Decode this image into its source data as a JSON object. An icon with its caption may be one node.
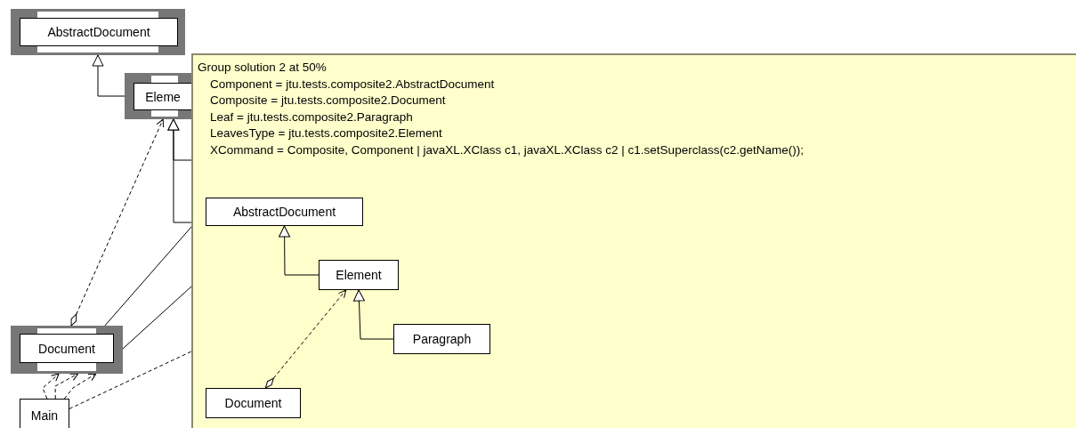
{
  "diagram": {
    "nodes": [
      {
        "text": [
          "AbstractDocument"
        ]
      },
      {
        "text": [
          "Eleme"
        ]
      },
      {
        "text": [
          "Document"
        ]
      },
      {
        "text": [
          "Main"
        ]
      },
      {
        "text": [
          "Group solution 2 at 50%",
          "Component = jtu.tests.composite2.AbstractDocument",
          "Composite = jtu.tests.composite2.Document",
          "Leaf = jtu.tests.composite2.Paragraph",
          "LeavesType = jtu.tests.composite2.Element",
          "XCommand = Composite, Component | javaXL.XClass c1, javaXL.XClass c2 | c1.setSuperclass(c2.getName());"
        ]
      },
      {
        "text": [
          "AbstractDocument"
        ],
        "in": 4
      },
      {
        "text": [
          "Element"
        ],
        "in": 4
      },
      {
        "text": [
          "Paragraph"
        ],
        "in": 4
      },
      {
        "text": [
          "Document"
        ],
        "in": 4
      }
    ],
    "edges": [
      {
        "from": 1,
        "to": 0,
        "arrow": "to"
      },
      {
        "from": 4,
        "to": 1,
        "arrow": "to"
      },
      {
        "from": 4,
        "to": 1,
        "arrow": "to"
      },
      {
        "from": 2,
        "to": 1,
        "arrow": "to",
        "style": "dashed"
      },
      {
        "from": 2,
        "to": 4,
        "arrow": "none"
      },
      {
        "from": 2,
        "to": 4,
        "arrow": "none"
      },
      {
        "from": 3,
        "to": 2,
        "arrow": "to",
        "style": "dashed"
      },
      {
        "from": 3,
        "to": 2,
        "arrow": "to",
        "style": "dashed"
      },
      {
        "from": 3,
        "to": 2,
        "arrow": "to",
        "style": "dashed"
      },
      {
        "from": 3,
        "to": 4,
        "arrow": "none",
        "style": "dashed"
      },
      {
        "from": 6,
        "to": 5,
        "arrow": "to"
      },
      {
        "from": 7,
        "to": 6,
        "arrow": "to"
      },
      {
        "from": 8,
        "to": 6,
        "arrow": "to",
        "style": "dashed"
      }
    ]
  }
}
